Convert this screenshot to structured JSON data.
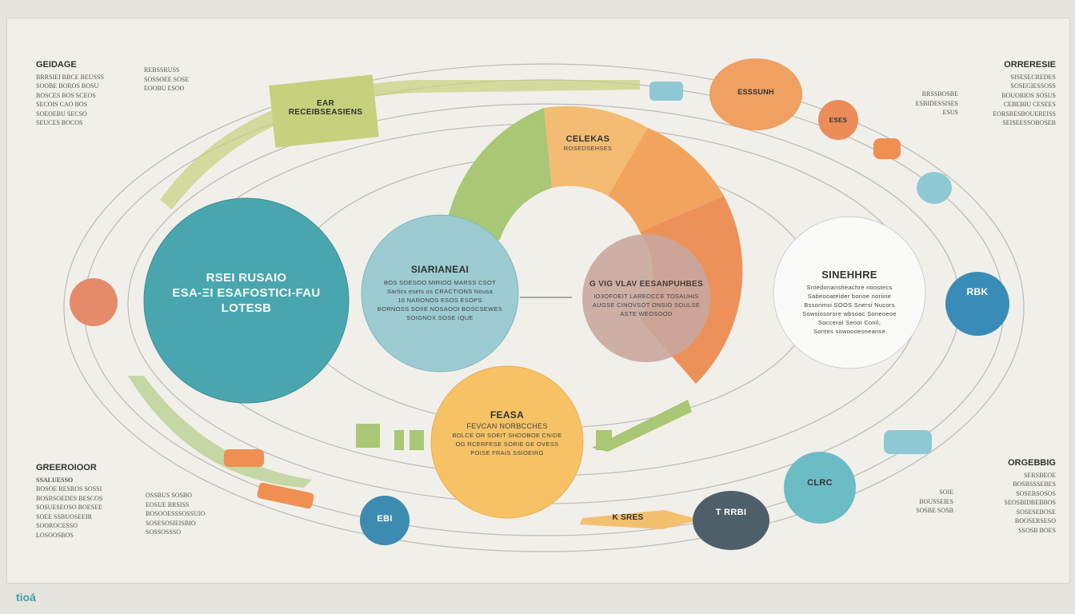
{
  "colors": {
    "teal": "#4aa6ae",
    "light_blue": "#9ccbd2",
    "green": "#a9c774",
    "orange": "#f0a060",
    "mauve": "#c9a79e",
    "yellow": "#f6c265",
    "blue": "#3a8cb8",
    "dark": "#4f5f6a"
  },
  "circles": {
    "teal": {
      "title": "RSEI RUSAIO",
      "lines": [
        "ESA-ΞI ESAFOSTICI-FAU",
        "LOTESB"
      ]
    },
    "light_blue": {
      "title": "SIARIANEAI",
      "lines": [
        "BOS SOESOO MIRIOO MARSS CSOT",
        "Sarlics esets os CRACTIONS Nousa",
        "16 NARONOS ESOS ESOPS",
        "BORNOSS SOIIE NOSAOOI BOSCSEWES",
        "SOIGNOX SOSE IQUE"
      ]
    },
    "mauve": {
      "title": "G VIG VLAV EESANPUHBES",
      "lines": [
        "IO3OFOEIT LAREOCCE TOSAUHIS",
        "AUGSE CINOVSOT ONSIO SOULSE",
        "ASTE WEOSOOD"
      ]
    },
    "white": {
      "title": "SINEHHRE",
      "lines": [
        "Sntedonansheachre noostecs",
        "Sabeooateider bonoe noriine",
        "Bssonmsi SOOS Snersi Nucors",
        "Sowsiosorore wbsoac Soneoeoe",
        "Soccerat Seooi Conil,",
        "Sontes sowoooesneanse"
      ]
    },
    "yellow": {
      "title": "FEASA",
      "lines": [
        "FEVCAN NORBCCHES",
        "BOLCE OR SOEIT SHOOBOE CNIDE",
        "OG RCERFESE SORIE GE OVESS",
        "POISE FRAIS SSIOEIRG"
      ]
    },
    "ring_label": {
      "title": "CELEKAS",
      "sub": "ROSEDSEHSES"
    },
    "top_orange": "ESSSUNH",
    "small_orange": "ESES",
    "blue_right": "RBK",
    "teal_br": "CLRC",
    "dark_bottom": "T RRBI",
    "blue_bottom": "EBI",
    "ribbon_bottom": "K SRES",
    "green_box": {
      "title": "EAR",
      "sub": "RECEIBSEASIENS"
    }
  },
  "blocks": {
    "top_left": {
      "title": "GEIDAGE",
      "lines": [
        "BRRSIEI BBCE BEUSSS",
        "SOOBE BOROS BOSU",
        "BOSCES BOS SCEOS",
        "SECOIS CAO BOS",
        "SOEOEBU SECSO",
        "SEUCES BOCOS"
      ]
    },
    "top_left2": {
      "lines": [
        "REBSSRUSS",
        "SOSSOEE SOSE",
        "EOOBU ESOO"
      ]
    },
    "top_right": {
      "title": "ORRERESIE",
      "lines": [
        "SISESECREDES",
        "SOSEGIESSOSS",
        "BOUORIOS SOSUS",
        "CEBEBIU CESEES",
        "EORSBESBOUEREISS",
        "SEISEESSOBOSEB"
      ]
    },
    "top_right2": {
      "lines": [
        "BRSSBOSBE",
        "ESBIDESSISES",
        "ESUS"
      ]
    },
    "bottom_left": {
      "title": "GREEROIOOR",
      "sub": "SSALUESSO",
      "lines": [
        "BOSOE RESROS SOSSI",
        "BOSBSOEDES BESCOS",
        "SOSUESEOSO BOESEE",
        "SOEE SSBUOSEEIR",
        "SOOROCESSO",
        "LOSOOSBOS"
      ]
    },
    "bottom_left2": {
      "lines": [
        "OSSBUS SOSBO",
        "EOSUE BRSISS",
        "BOSOOESSSOSSUIO",
        "SOSESOSIEISBIO",
        "SOSSOSSSO"
      ]
    },
    "bottom_right": {
      "title": "ORGEBBIG",
      "lines": [
        "SERSBEOE",
        "BOSBSSSEBES",
        "SOSEBSOSOS",
        "SEOSBIDBEBBOS",
        "SOSESEBOSE",
        "BOOSERSESO",
        "SSOSB BOES"
      ]
    },
    "bottom_right2": {
      "lines": [
        "SOIE",
        "BOUSSEIES",
        "SOSBE SOSB"
      ]
    }
  },
  "footer": "tioá"
}
